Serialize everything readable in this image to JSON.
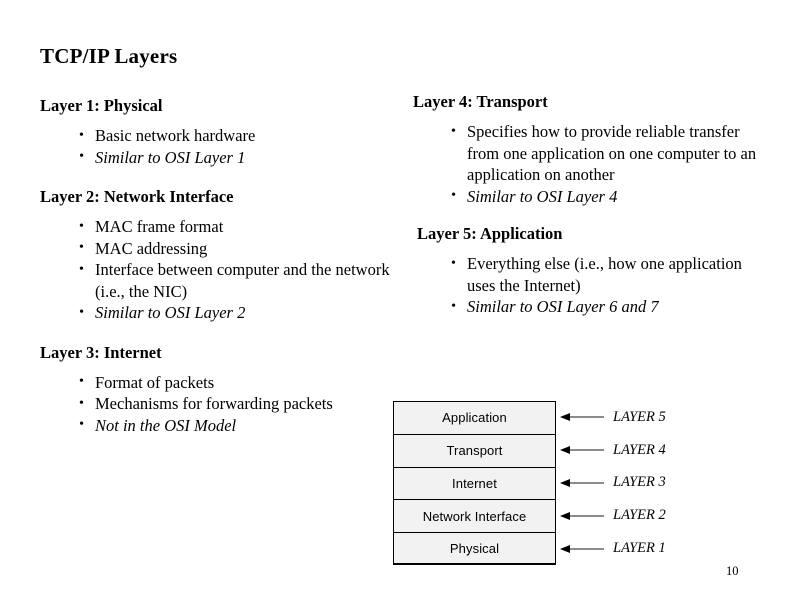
{
  "slide": {
    "title": "TCP/IP Layers",
    "page_number": "10"
  },
  "left_column": {
    "sections": [
      {
        "heading": "Layer 1: Physical",
        "bullets": [
          {
            "text": "Basic network hardware",
            "italic": false
          },
          {
            "text": "Similar to OSI Layer 1",
            "italic": true
          }
        ]
      },
      {
        "heading": "Layer 2: Network Interface",
        "bullets": [
          {
            "text": "MAC frame format",
            "italic": false
          },
          {
            "text": "MAC addressing",
            "italic": false
          },
          {
            "text": "Interface between computer and the network (i.e., the NIC)",
            "italic": false
          },
          {
            "text": "Similar to OSI Layer 2",
            "italic": true
          }
        ]
      },
      {
        "heading": "Layer 3: Internet",
        "bullets": [
          {
            "text": "Format of packets",
            "italic": false
          },
          {
            "text": "Mechanisms for forwarding packets",
            "italic": false
          },
          {
            "text": "Not in the OSI Model",
            "italic": true
          }
        ]
      }
    ]
  },
  "right_column": {
    "sections": [
      {
        "heading": "Layer 4: Transport",
        "bullets": [
          {
            "text": "Specifies how to provide reliable transfer from one application on one computer to an application on another",
            "italic": false
          },
          {
            "text": "Similar to OSI Layer 4",
            "italic": true
          }
        ]
      },
      {
        "heading": "Layer 5: Application",
        "bullets": [
          {
            "text": "Everything else (i.e., how one application uses the Internet)",
            "italic": false
          },
          {
            "text": "Similar to OSI Layer 6 and 7",
            "italic": true
          }
        ]
      }
    ]
  },
  "diagram": {
    "boxes": [
      {
        "label": "Application",
        "callout": "LAYER 5"
      },
      {
        "label": "Transport",
        "callout": "LAYER 4"
      },
      {
        "label": "Internet",
        "callout": "LAYER 3"
      },
      {
        "label": "Network Interface",
        "callout": "LAYER 2"
      },
      {
        "label": "Physical",
        "callout": "LAYER 1"
      }
    ],
    "box_fill": "#f2f2f2",
    "box_border": "#000000",
    "arrow_line_color": "#8c8c8c",
    "arrow_head_color": "#000000"
  }
}
